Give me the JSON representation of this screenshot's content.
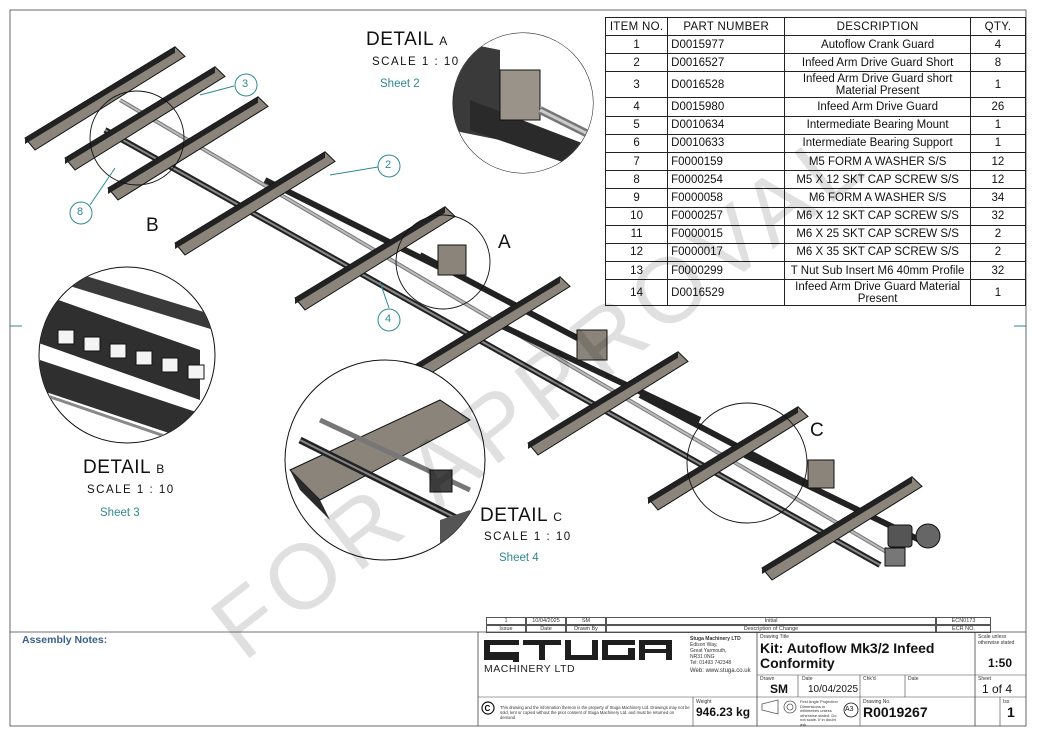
{
  "bom": {
    "headers": [
      "ITEM NO.",
      "PART NUMBER",
      "DESCRIPTION",
      "QTY."
    ],
    "rows": [
      {
        "item": "1",
        "part": "D0015977",
        "desc": "Autoflow Crank Guard",
        "qty": "4"
      },
      {
        "item": "2",
        "part": "D0016527",
        "desc": "Infeed Arm Drive Guard Short",
        "qty": "8"
      },
      {
        "item": "3",
        "part": "D0016528",
        "desc": "Infeed Arm Drive Guard short Material Present",
        "qty": "1"
      },
      {
        "item": "4",
        "part": "D0015980",
        "desc": "Infeed Arm Drive Guard",
        "qty": "26"
      },
      {
        "item": "5",
        "part": "D0010634",
        "desc": "Intermediate Bearing Mount",
        "qty": "1"
      },
      {
        "item": "6",
        "part": "D0010633",
        "desc": "Intermediate Bearing Support",
        "qty": "1"
      },
      {
        "item": "7",
        "part": "F0000159",
        "desc": "M5 FORM A WASHER S/S",
        "qty": "12"
      },
      {
        "item": "8",
        "part": "F0000254",
        "desc": "M5 X 12 SKT CAP SCREW S/S",
        "qty": "12"
      },
      {
        "item": "9",
        "part": "F0000058",
        "desc": "M6 FORM A WASHER S/S",
        "qty": "34"
      },
      {
        "item": "10",
        "part": "F0000257",
        "desc": "M6 X 12 SKT CAP SCREW S/S",
        "qty": "32"
      },
      {
        "item": "11",
        "part": "F0000015",
        "desc": "M6 X 25 SKT CAP SCREW S/S",
        "qty": "2"
      },
      {
        "item": "12",
        "part": "F0000017",
        "desc": "M6 X 35 SKT CAP SCREW S/S",
        "qty": "2"
      },
      {
        "item": "13",
        "part": "F0000299",
        "desc": "T Nut Sub Insert M6 40mm Profile",
        "qty": "32"
      },
      {
        "item": "14",
        "part": "D0016529",
        "desc": "Infeed Arm Drive Guard Material Present",
        "qty": "1"
      }
    ]
  },
  "details": {
    "a": {
      "title": "DETAIL",
      "letter": "A",
      "scale": "SCALE 1 : 10",
      "sheet": "Sheet 2"
    },
    "b": {
      "title": "DETAIL",
      "letter": "B",
      "scale": "SCALE 1 : 10",
      "sheet": "Sheet 3"
    },
    "c": {
      "title": "DETAIL",
      "letter": "C",
      "scale": "SCALE 1 : 10",
      "sheet": "Sheet 4"
    }
  },
  "callouts": {
    "a": "A",
    "b": "B",
    "c": "C",
    "balloons": [
      "3",
      "2",
      "8",
      "4"
    ]
  },
  "watermark": "FOR APPROVAL",
  "revision": {
    "issue": "1",
    "date": "10/04/2025",
    "drawn_by": "SM",
    "description": "Initial",
    "ecr": "ECN0173",
    "h_issue": "Issue",
    "h_date": "Date",
    "h_drawn": "Drawn By",
    "h_desc": "Description of Change",
    "h_ecr": "ECR NO."
  },
  "title_block": {
    "assembly_notes": "Assembly Notes:",
    "company_name": "Stuga Machinery LTD",
    "address": [
      "Edison Way,",
      "Great Yarmouth,",
      "NR31 0NG",
      "Tel: 01493 742348"
    ],
    "web": "Web: www.stuga.co.uk",
    "logo_sub": "MACHINERY LTD",
    "drawing_title_label": "Drawing Title",
    "drawing_title": "Kit: Autoflow Mk3/2 Infeed Conformity",
    "drawn_label": "Drawn",
    "drawn": "SM",
    "date_label": "Date",
    "date": "10/04/2025",
    "chkd_label": "Chk'd",
    "date2_label": "Date",
    "scale_note": "Scale unless otherwise stated",
    "scale": "1:50",
    "sheet_label": "Sheet",
    "sheet": "1 of 4",
    "weight_label": "Weight",
    "weight": "946.23 kg",
    "projection_note": "First Angle Projection Dimensions in millimetres unless otherwise stated. Do not scale. If in doubt ask.",
    "size": "A3",
    "drawing_no_label": "Drawing No.",
    "drawing_no": "R0019267",
    "iss_label": "Iss",
    "issue": "1",
    "copyright": "This drawing and the information thereon is the property of Stuga Machinery Ltd. Drawings may not be sold, lent or copied without the prior consent of Stuga Machinery Ltd. and must be returned on demand"
  }
}
